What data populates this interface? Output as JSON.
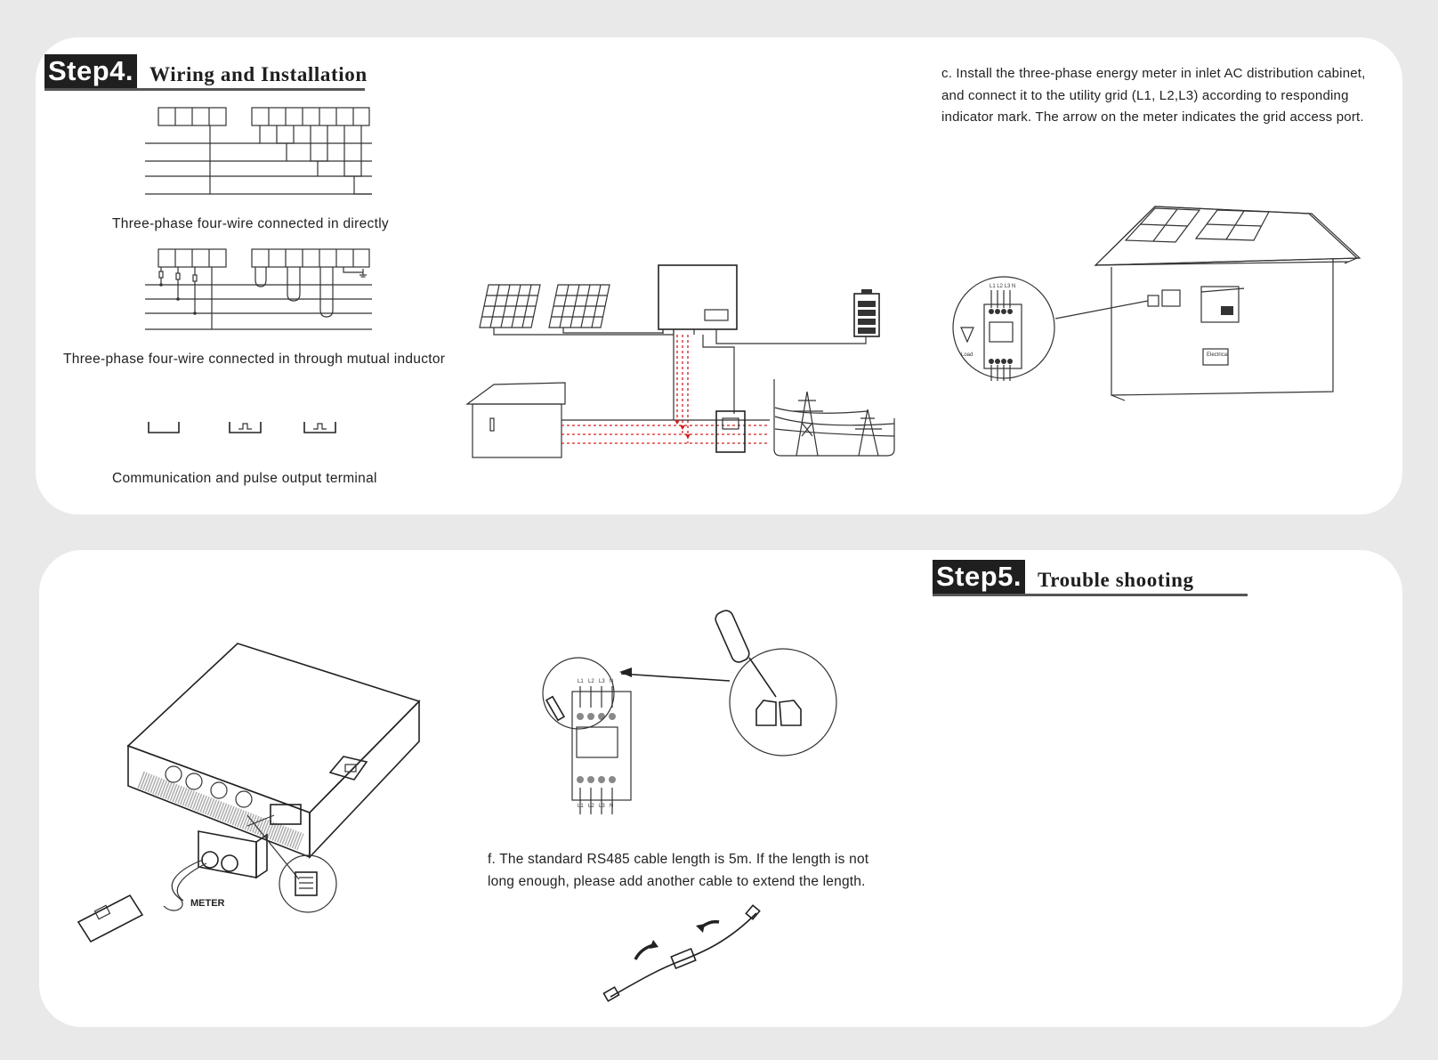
{
  "step4": {
    "badge": "Step4.",
    "title": "Wiring and Installation",
    "caption_direct": "Three-phase four-wire connected in directly",
    "caption_inductor": "Three-phase four-wire connected in through mutual inductor",
    "caption_terminal": "Communication and pulse output terminal",
    "instruction_c": "c.  Install the three-phase energy meter in inlet AC distribution cabinet, and connect it to the utility grid (L1, L2,L3) according to responding indicator mark. The arrow on the meter indicates the grid access port.",
    "callout_terminals": "L1 L2 L3 N",
    "callout_load": "Load",
    "cabinet_label": "Electrical Cabinet"
  },
  "step5": {
    "badge": "Step5.",
    "title": "Trouble shooting",
    "meter_label": "METER",
    "instruction_f": "f. The standard RS485 cable length is 5m. If the length is not long enough, please add another cable to extend the length.",
    "meter_top_terminals": [
      "L1",
      "L2",
      "L3",
      "N"
    ],
    "meter_bottom_terminals": [
      "L1",
      "L2",
      "L3",
      "N"
    ]
  }
}
